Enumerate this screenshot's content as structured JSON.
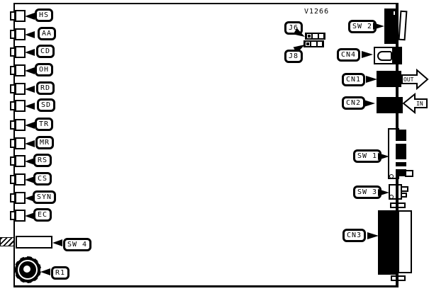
{
  "board": {
    "version_label": "V1266"
  },
  "leds": [
    "HS",
    "AA",
    "CD",
    "OH",
    "RD",
    "SD",
    "TR",
    "MR",
    "RS",
    "CS",
    "SYN",
    "EC"
  ],
  "jumpers": {
    "j6": "J6",
    "j8": "J8"
  },
  "switches": {
    "sw1": "SW 1",
    "sw2": "SW 2",
    "sw3": "SW 3",
    "sw4": "SW 4"
  },
  "connectors": {
    "cn1": "CN1",
    "cn2": "CN2",
    "cn3": "CN3",
    "cn4": "CN4"
  },
  "potentiometer": {
    "r1": "R1"
  },
  "signal_arrows": {
    "out": "OUT",
    "in": "IN"
  },
  "colors": {
    "ink": "#000000",
    "paper": "#ffffff"
  }
}
